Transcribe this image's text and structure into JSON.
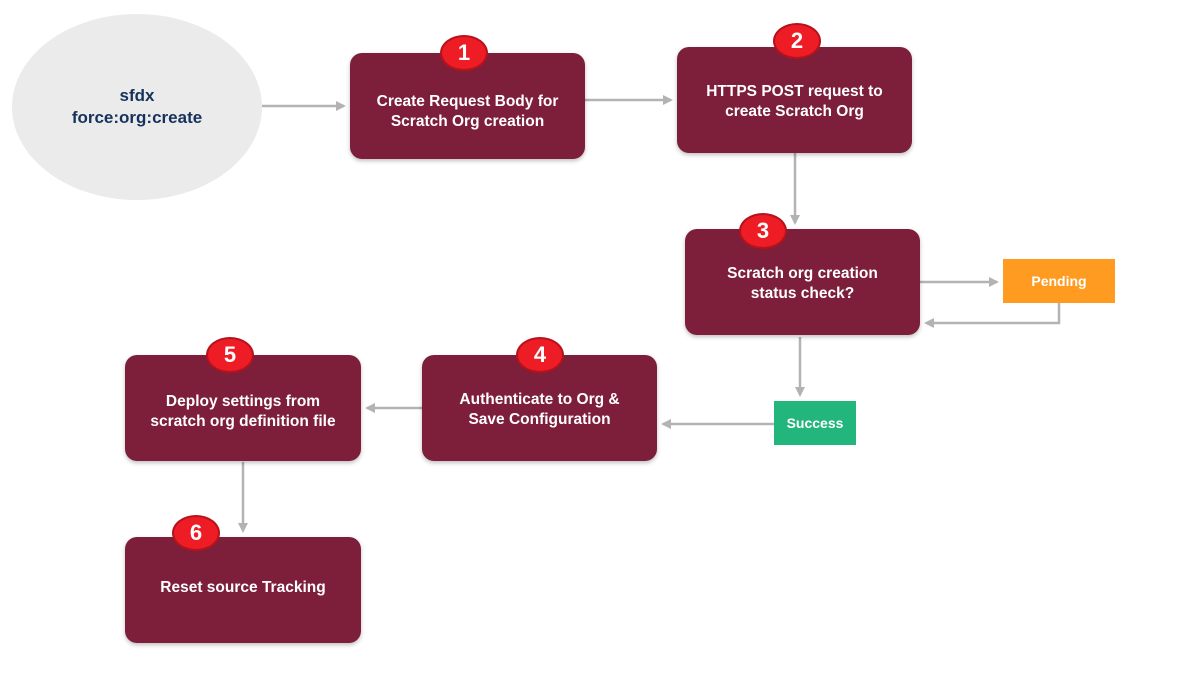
{
  "start": {
    "line1": "sfdx",
    "line2": "force:org:create"
  },
  "steps": [
    {
      "number": "1",
      "label": "Create Request Body for Scratch Org creation"
    },
    {
      "number": "2",
      "label": "HTTPS POST request to create Scratch Org"
    },
    {
      "number": "3",
      "label": "Scratch org creation status check?"
    },
    {
      "number": "4",
      "label": "Authenticate to Org & Save Configuration"
    },
    {
      "number": "5",
      "label": "Deploy settings from scratch org definition file"
    },
    {
      "number": "6",
      "label": "Reset source Tracking"
    }
  ],
  "statuses": {
    "pending": "Pending",
    "success": "Success"
  },
  "colors": {
    "step_fill": "#7d1f3a",
    "badge_fill": "#ee1c24",
    "start_fill": "#ebebeb",
    "start_text": "#16325c",
    "pending_fill": "#ff9b21",
    "success_fill": "#22b57c",
    "arrow": "#b3b3b3"
  }
}
